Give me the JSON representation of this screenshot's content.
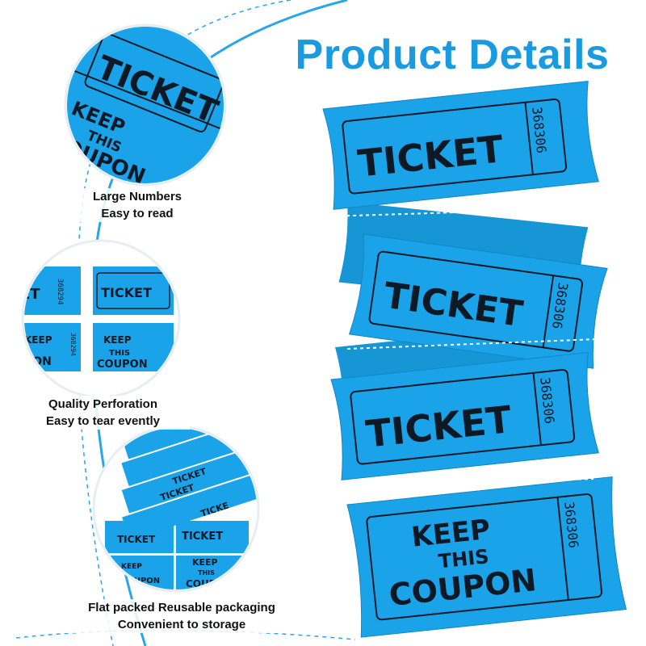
{
  "title": "Product Details",
  "features": [
    {
      "line1": "Large Numbers",
      "line2": "Easy to read"
    },
    {
      "line1": "Quality Perforation",
      "line2": "Easy to tear evently"
    },
    {
      "line1": "Flat packed Reusable packaging",
      "line2": "Convenient to storage"
    }
  ],
  "ticket": {
    "word": "TICKET",
    "coupon_line1": "KEEP",
    "coupon_line2": "THIS",
    "coupon_line3": "COUPON",
    "number": "368306",
    "number_alt": "368294"
  },
  "colors": {
    "ticket_blue": "#1aa3e8",
    "title_blue": "#1a9be0",
    "ink": "#0d1a26"
  }
}
